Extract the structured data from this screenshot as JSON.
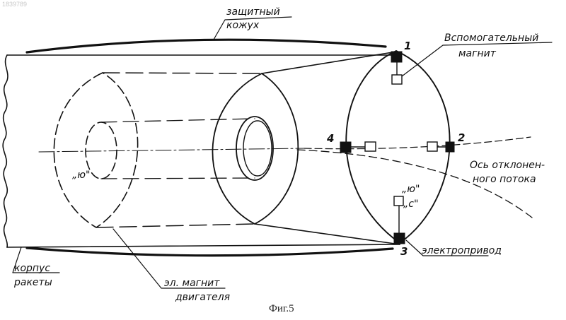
{
  "watermark": "1839789",
  "caption": "Фиг.5",
  "labels": {
    "shield_line1": "защитный",
    "shield_line2": "кожух",
    "aux_magnet_line1": "Вспомогательный",
    "aux_magnet_line2": "магнит",
    "axis_line1": "Ось отклонен-",
    "axis_line2": "ного потока",
    "electric_drive": "электропривод",
    "body_line1": "корпус",
    "body_line2": "ракеты",
    "engine_magnet_line1": "эл. магнит",
    "engine_magnet_line2": "двигателя",
    "pole_yu_left": "„ю\"",
    "pole_yu_bottom": "„ю\"",
    "pole_c_bottom": "„с\""
  },
  "points": {
    "p1": "1",
    "p2": "2",
    "p3": "3",
    "p4": "4"
  },
  "colors": {
    "ink": "#111111",
    "paper": "#ffffff"
  }
}
